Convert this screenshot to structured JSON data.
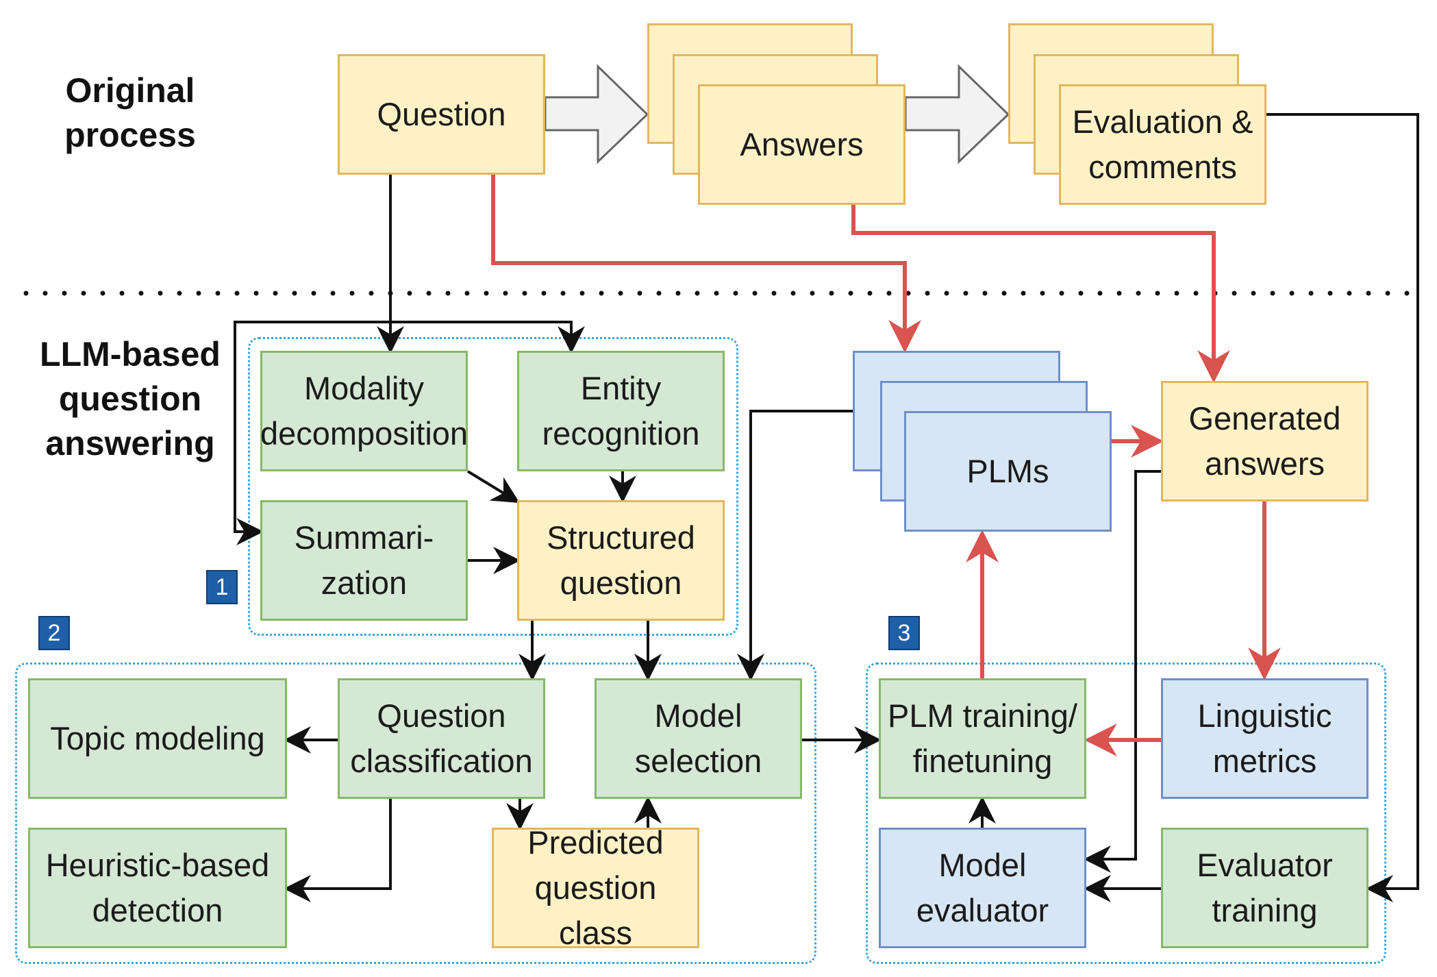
{
  "labels": {
    "original_process": "Original\nprocess",
    "llm_based": "LLM-based\nquestion\nanswering"
  },
  "nodes": {
    "question": "Question",
    "answers": "Answers",
    "evaluation_comments": "Evaluation &\ncomments",
    "modality_decomposition": "Modality\ndecomposition",
    "entity_recognition": "Entity\nrecognition",
    "summarization": "Summari-\nzation",
    "structured_question": "Structured\nquestion",
    "plms": "PLMs",
    "generated_answers": "Generated\nanswers",
    "topic_modeling": "Topic modeling",
    "question_classification": "Question\nclassification",
    "model_selection": "Model\nselection",
    "heuristic_detection": "Heuristic-based\ndetection",
    "predicted_question_class": "Predicted\nquestion class",
    "plm_training": "PLM training/\nfinetuning",
    "linguistic_metrics": "Linguistic\nmetrics",
    "model_evaluator": "Model\nevaluator",
    "evaluator_training": "Evaluator\ntraining"
  },
  "badges": {
    "one": "1",
    "two": "2",
    "three": "3"
  },
  "colors": {
    "yellow_fill": "#fff1c6",
    "green_fill": "#d4e8d4",
    "blue_fill": "#d7e6f5",
    "black_arrow": "#111111",
    "red_arrow": "#d9534f",
    "group_border": "#3aa3dc"
  }
}
